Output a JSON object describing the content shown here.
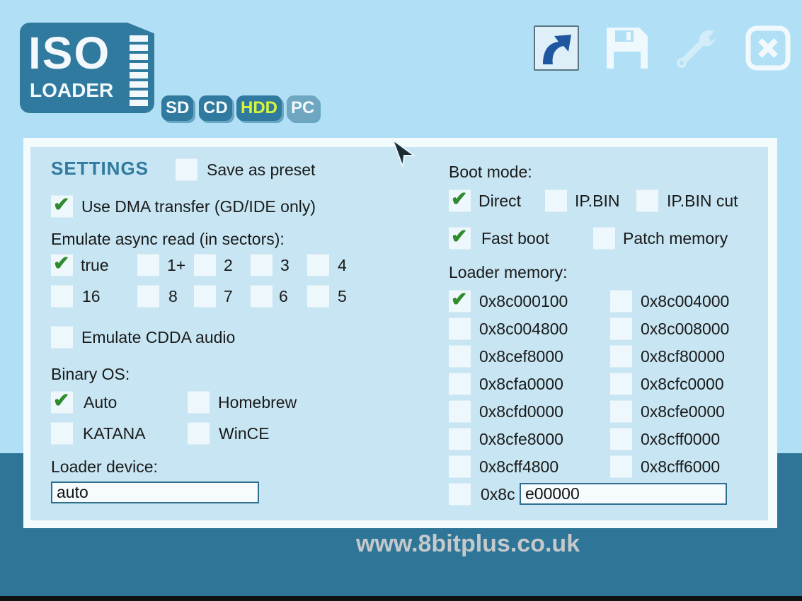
{
  "logo": {
    "title": "ISO",
    "subtitle": "LOADER",
    "tags": [
      {
        "label": "SD",
        "active": false
      },
      {
        "label": "CD",
        "active": false
      },
      {
        "label": "HDD",
        "active": true
      },
      {
        "label": "PC",
        "active": false
      }
    ]
  },
  "toolbar": {
    "icons": [
      "shortcut-arrow-icon",
      "save-icon",
      "wrench-icon",
      "close-icon"
    ]
  },
  "settings": {
    "title": "SETTINGS",
    "save_preset": {
      "label": "Save as preset",
      "checked": false
    },
    "dma": {
      "label": "Use DMA transfer (GD/IDE only)",
      "checked": true
    },
    "async_label": "Emulate async read (in sectors):",
    "async_options": [
      {
        "label": "true",
        "checked": true
      },
      {
        "label": "1+",
        "checked": false
      },
      {
        "label": "2",
        "checked": false
      },
      {
        "label": "3",
        "checked": false
      },
      {
        "label": "4",
        "checked": false
      },
      {
        "label": "16",
        "checked": false
      },
      {
        "label": "8",
        "checked": false
      },
      {
        "label": "7",
        "checked": false
      },
      {
        "label": "6",
        "checked": false
      },
      {
        "label": "5",
        "checked": false
      }
    ],
    "cdda": {
      "label": "Emulate CDDA audio",
      "checked": false
    },
    "binary_os_label": "Binary OS:",
    "binary_os": [
      {
        "label": "Auto",
        "checked": true
      },
      {
        "label": "Homebrew",
        "checked": false
      },
      {
        "label": "KATANA",
        "checked": false
      },
      {
        "label": "WinCE",
        "checked": false
      }
    ],
    "loader_device_label": "Loader device:",
    "loader_device_value": "auto",
    "boot_mode_label": "Boot mode:",
    "boot_mode": [
      {
        "label": "Direct",
        "checked": true
      },
      {
        "label": "IP.BIN",
        "checked": false
      },
      {
        "label": "IP.BIN cut",
        "checked": false
      }
    ],
    "fast_boot": {
      "label": "Fast boot",
      "checked": true
    },
    "patch_memory": {
      "label": "Patch memory",
      "checked": false
    },
    "loader_memory_label": "Loader memory:",
    "loader_memory": [
      {
        "label": "0x8c000100",
        "checked": true
      },
      {
        "label": "0x8c004000",
        "checked": false
      },
      {
        "label": "0x8c004800",
        "checked": false
      },
      {
        "label": "0x8c008000",
        "checked": false
      },
      {
        "label": "0x8cef8000",
        "checked": false
      },
      {
        "label": "0x8cf80000",
        "checked": false
      },
      {
        "label": "0x8cfa0000",
        "checked": false
      },
      {
        "label": "0x8cfc0000",
        "checked": false
      },
      {
        "label": "0x8cfd0000",
        "checked": false
      },
      {
        "label": "0x8cfe0000",
        "checked": false
      },
      {
        "label": "0x8cfe8000",
        "checked": false
      },
      {
        "label": "0x8cff0000",
        "checked": false
      },
      {
        "label": "0x8cff4800",
        "checked": false
      },
      {
        "label": "0x8cff6000",
        "checked": false
      }
    ],
    "custom_memory": {
      "prefix": "0x8c",
      "value": "e00000",
      "checked": false
    }
  },
  "watermark": "www.8bitplus.co.uk"
}
